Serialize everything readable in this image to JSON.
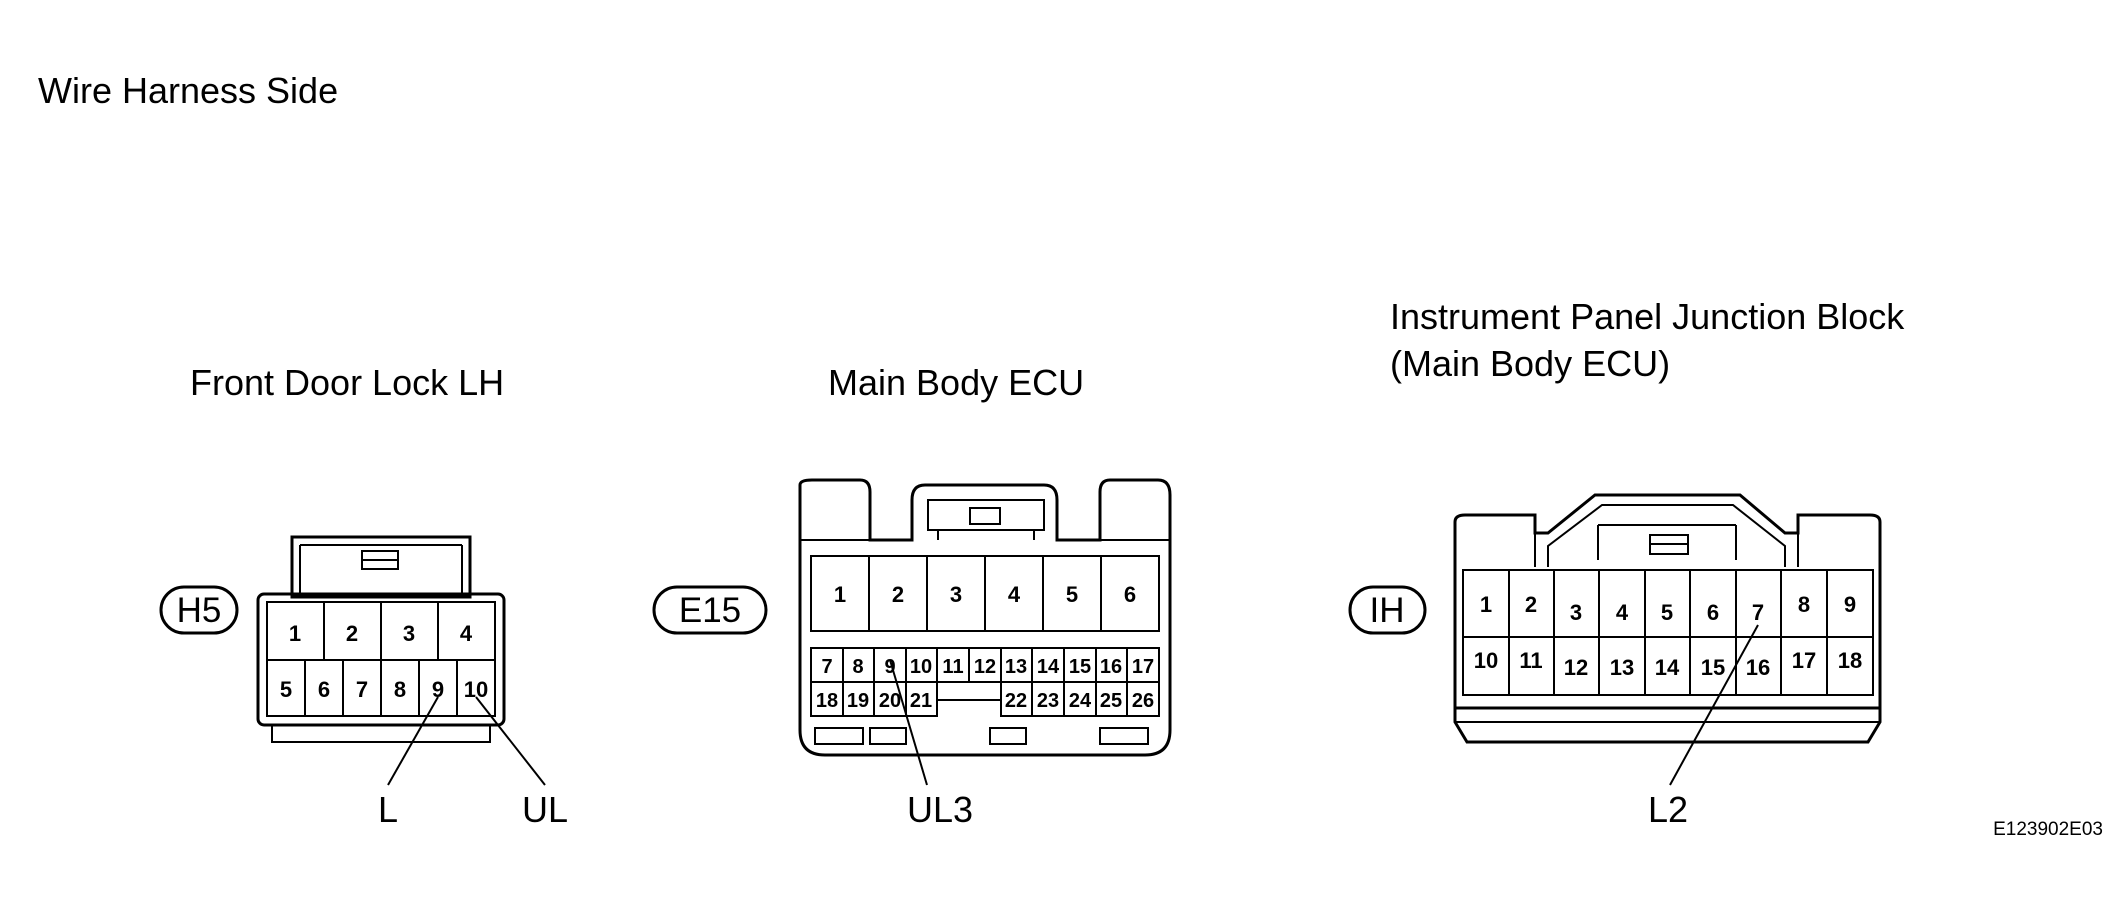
{
  "header": {
    "title": "Wire Harness Side"
  },
  "connectors": [
    {
      "name": "Front Door Lock LH",
      "code": "H5",
      "pins_top": [
        "1",
        "2",
        "3",
        "4"
      ],
      "pins_bottom": [
        "5",
        "6",
        "7",
        "8",
        "9",
        "10"
      ],
      "wires": [
        {
          "label": "L",
          "pin": "9"
        },
        {
          "label": "UL",
          "pin": "10"
        }
      ]
    },
    {
      "name": "Main Body ECU",
      "code": "E15",
      "pins_top": [
        "1",
        "2",
        "3",
        "4",
        "5",
        "6"
      ],
      "pins_mid": [
        "7",
        "8",
        "9",
        "10",
        "11",
        "12",
        "13",
        "14",
        "15",
        "16",
        "17"
      ],
      "pins_bottom_left": [
        "18",
        "19",
        "20",
        "21"
      ],
      "pins_bottom_right": [
        "22",
        "23",
        "24",
        "25",
        "26"
      ],
      "wires": [
        {
          "label": "UL3",
          "pin": "9"
        }
      ]
    },
    {
      "name_line1": "Instrument Panel Junction Block",
      "name_line2": "(Main Body ECU)",
      "code": "IH",
      "pins_top": [
        "1",
        "2",
        "3",
        "4",
        "5",
        "6",
        "7",
        "8",
        "9"
      ],
      "pins_bottom": [
        "10",
        "11",
        "12",
        "13",
        "14",
        "15",
        "16",
        "17",
        "18"
      ],
      "wires": [
        {
          "label": "L2",
          "pin": "7"
        }
      ]
    }
  ],
  "footer": {
    "ref": "E123902E03"
  }
}
